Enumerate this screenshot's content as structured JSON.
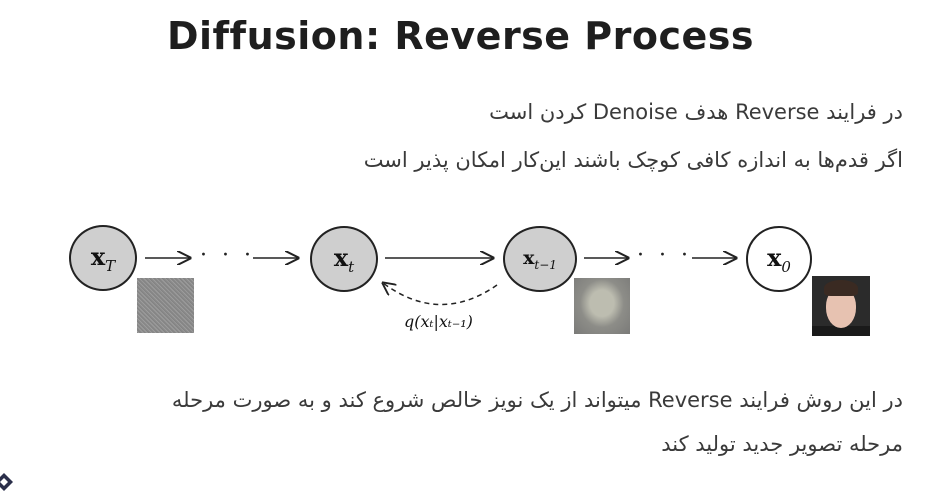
{
  "title": "Diffusion: Reverse Process",
  "text_lines": {
    "line1": "در فرایند Reverse هدف Denoise کردن است",
    "line2": "اگر قدم‌ها به اندازه کافی کوچک باشند این‌کار امکان پذیر است",
    "line3": "در این روش فرایند Reverse میتواند از یک نویز خالص شروع کند و به صورت مرحله",
    "line4": "مرحله تصویر جدید تولید کند"
  },
  "diagram": {
    "nodes": [
      {
        "id": "xT",
        "base": "x",
        "sub": "T",
        "filled": true
      },
      {
        "id": "xt",
        "base": "x",
        "sub": "t",
        "filled": true
      },
      {
        "id": "xt1",
        "base": "x",
        "sub": "t−1",
        "filled": true
      },
      {
        "id": "x0",
        "base": "x",
        "sub": "0",
        "filled": false
      }
    ],
    "ellipsis": "· · ·",
    "edge_label": "q(xₜ|xₜ₋₁)",
    "thumbnails": [
      "pure-noise",
      "noisy-face",
      "clean-face"
    ]
  },
  "colors": {
    "node_fill": "#cfcfcf",
    "node_stroke": "#222222",
    "text": "#3a3a3a",
    "title": "#1e1e1e"
  }
}
